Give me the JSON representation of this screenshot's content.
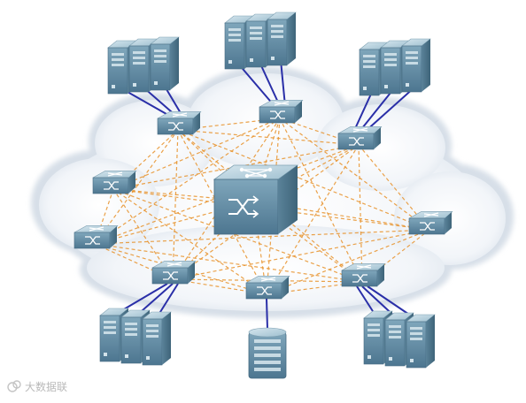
{
  "diagram": {
    "cloud_color": "#eef2f7",
    "cloud_edge_color": "#c9d3df",
    "mesh_link_color": "#e8922a",
    "server_link_color": "#2a2fa8",
    "device_color": "#6c93aa",
    "device_top_color": "#b8d2df",
    "core_switch": {
      "id": "core",
      "icon": "core-switch-icon"
    },
    "edge_switches": [
      {
        "id": "s1",
        "icon": "switch-icon"
      },
      {
        "id": "s2",
        "icon": "switch-icon"
      },
      {
        "id": "s3",
        "icon": "switch-icon"
      },
      {
        "id": "s4",
        "icon": "switch-icon"
      },
      {
        "id": "s5",
        "icon": "switch-icon"
      },
      {
        "id": "s6",
        "icon": "switch-icon"
      },
      {
        "id": "s7",
        "icon": "switch-icon"
      },
      {
        "id": "s8",
        "icon": "switch-icon"
      },
      {
        "id": "s9",
        "icon": "switch-icon"
      }
    ],
    "server_groups": [
      {
        "id": "g1",
        "switch": "s1",
        "servers": 3,
        "icon": "server-rack-icon"
      },
      {
        "id": "g2",
        "switch": "s2",
        "servers": 3,
        "icon": "server-rack-icon"
      },
      {
        "id": "g3",
        "switch": "s3",
        "servers": 3,
        "icon": "server-rack-icon"
      },
      {
        "id": "g4",
        "switch": "s7",
        "servers": 3,
        "icon": "server-rack-icon"
      },
      {
        "id": "g5",
        "switch": "s8",
        "servers": 1,
        "icon": "storage-icon"
      },
      {
        "id": "g6",
        "switch": "s9",
        "servers": 3,
        "icon": "server-rack-icon"
      }
    ]
  },
  "watermark": {
    "text": "大数据联",
    "icon": "watermark-logo-icon"
  }
}
